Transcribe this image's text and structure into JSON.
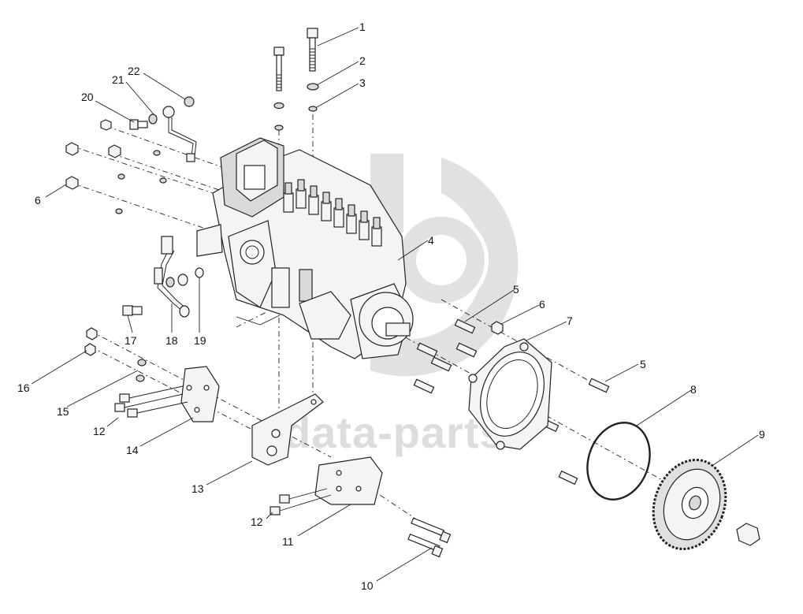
{
  "watermark": {
    "text": "data-parts"
  },
  "callouts": [
    {
      "id": "c1",
      "label": "1"
    },
    {
      "id": "c2",
      "label": "2"
    },
    {
      "id": "c3",
      "label": "3"
    },
    {
      "id": "c4",
      "label": "4"
    },
    {
      "id": "c5a",
      "label": "5"
    },
    {
      "id": "c5b",
      "label": "5"
    },
    {
      "id": "c6a",
      "label": "6"
    },
    {
      "id": "c6b",
      "label": "6"
    },
    {
      "id": "c7",
      "label": "7"
    },
    {
      "id": "c8",
      "label": "8"
    },
    {
      "id": "c9",
      "label": "9"
    },
    {
      "id": "c10",
      "label": "10"
    },
    {
      "id": "c11",
      "label": "11"
    },
    {
      "id": "c12a",
      "label": "12"
    },
    {
      "id": "c12b",
      "label": "12"
    },
    {
      "id": "c13",
      "label": "13"
    },
    {
      "id": "c14",
      "label": "14"
    },
    {
      "id": "c15",
      "label": "15"
    },
    {
      "id": "c16",
      "label": "16"
    },
    {
      "id": "c17",
      "label": "17"
    },
    {
      "id": "c18",
      "label": "18"
    },
    {
      "id": "c19",
      "label": "19"
    },
    {
      "id": "c20",
      "label": "20"
    },
    {
      "id": "c21",
      "label": "21"
    },
    {
      "id": "c22",
      "label": "22"
    }
  ]
}
